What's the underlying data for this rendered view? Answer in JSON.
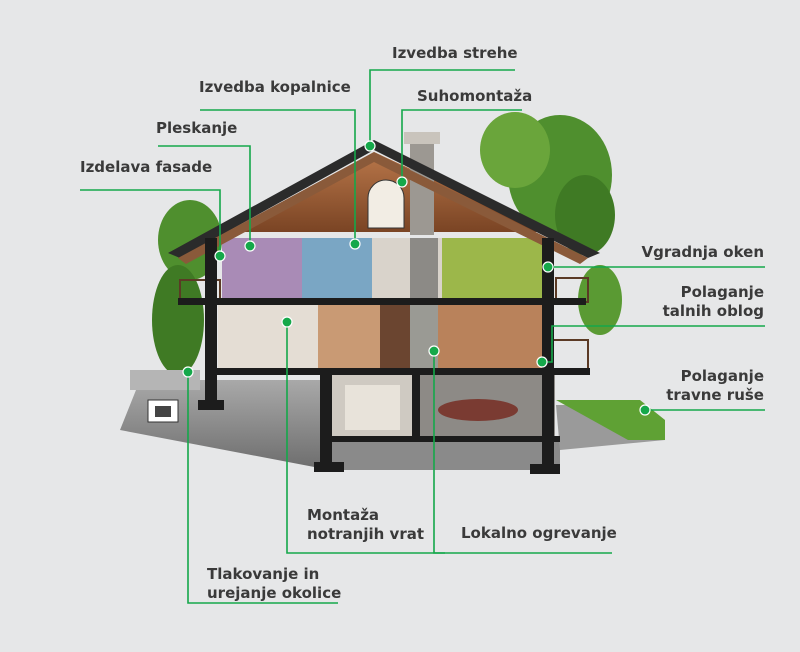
{
  "colors": {
    "background": "#e6e7e8",
    "leader": "#15a84a",
    "label": "#3a3a3a",
    "structure": "#1c1c1c"
  },
  "labels": {
    "izvedba_strehe": "Izvedba strehe",
    "izvedba_kopalnice": "Izvedba kopalnice",
    "suhomontaza": "Suhomontaža",
    "pleskanje": "Pleskanje",
    "izdelava_fasade": "Izdelava fasade",
    "vgradnja_oken": "Vgradnja oken",
    "polaganje_talnih_1": "Polaganje",
    "polaganje_talnih_2": "talnih oblog",
    "polaganje_trave_1": "Polaganje",
    "polaganje_trave_2": "travne ruše",
    "montaza_vrat_1": "Montaža",
    "montaza_vrat_2": "notranjih vrat",
    "lokalno_ogrevanje": "Lokalno ogrevanje",
    "tlakovanje_1": "Tlakovanje in",
    "tlakovanje_2": "urejanje okolice"
  }
}
